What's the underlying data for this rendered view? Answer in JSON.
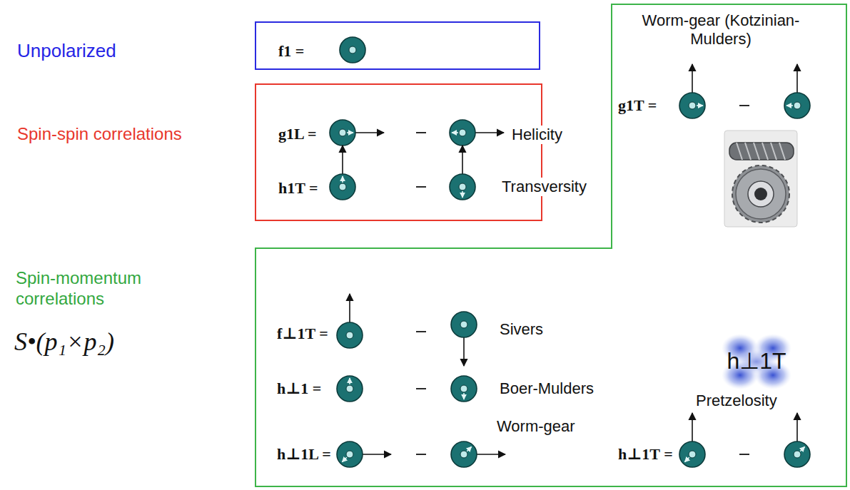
{
  "diagram": {
    "nodes": [
      {
        "text": [
          "Unpolarized",
          "f1 ="
        ]
      },
      {
        "text": [
          "Spin-spin correlations",
          "g1L =",
          "h1T ="
        ]
      },
      {
        "text": [
          "Spin-momentum correlations",
          "S•(p₁×p₂)",
          "g1T =",
          "f⊥1T =",
          "h⊥1 =",
          "h⊥1L =",
          "h⊥1T ="
        ]
      }
    ],
    "labels": [
      "Helicity",
      "Transversity",
      "Worm-gear (Kotzinian-Mulders)",
      "Sivers",
      "Boer-Mulders",
      "h⊥1T",
      "Pretzelosity",
      "Worm-gear"
    ]
  }
}
